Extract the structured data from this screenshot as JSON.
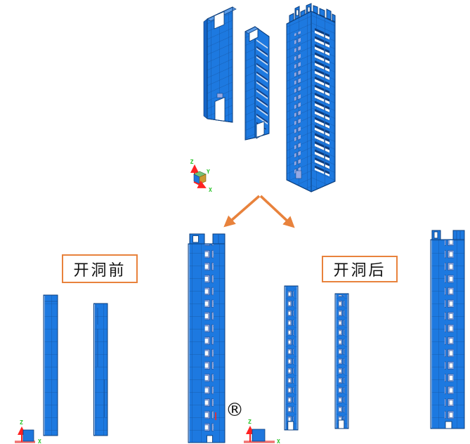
{
  "figure": {
    "labels": {
      "before": "开洞前",
      "after": "开洞后",
      "registered_mark": "®"
    },
    "triads": {
      "main": {
        "x_label": "X",
        "y_label": "Y",
        "z_label": "Z"
      },
      "bottom_left": {
        "x_label": "X",
        "z_label": "Z"
      },
      "bottom_mid": {
        "x_label": "X",
        "z_label": "Z"
      }
    },
    "colors": {
      "wall_blue": "#1d79e0",
      "mesh_line": "#15529e",
      "edge_dark": "#0c3e7c",
      "highlight_light": "#a9c6ee",
      "opening_light": "#95a9e4",
      "arrow_orange": "#e8823c",
      "axis_red": "#ff2222",
      "axis_pink": "#f07272",
      "axis_label_green": "#27c427",
      "triad_top": "#76c276",
      "triad_left": "#1f77dd",
      "triad_right": "#cc9933"
    }
  }
}
